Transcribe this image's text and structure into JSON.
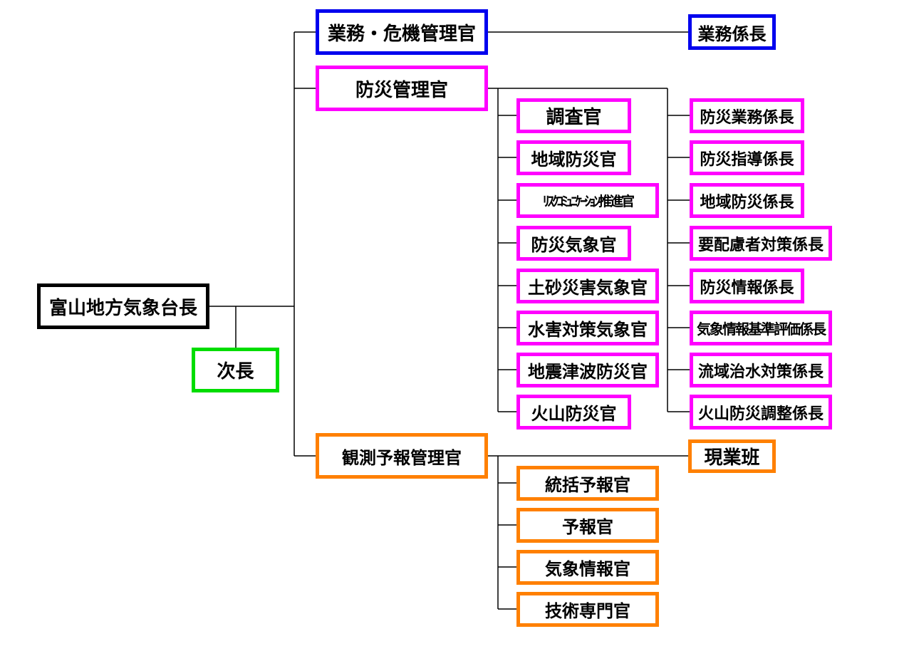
{
  "colors": {
    "director": "#000000",
    "deputy": "#00dd00",
    "admin": "#0000ee",
    "disaster": "#ff00ff",
    "observation": "#ff8000",
    "line": "#000000"
  },
  "nodes": {
    "director": "富山地方気象台長",
    "deputy": "次長",
    "admin_manager": "業務・危機管理官",
    "admin_chief": "業務係長",
    "disaster_manager": "防災管理官",
    "disaster_officers": [
      "調査官",
      "地域防災官",
      "ﾘｽｸｺﾐｭﾆｹｰｼｮﾝ推進官",
      "防災気象官",
      "土砂災害気象官",
      "水害対策気象官",
      "地震津波防災官",
      "火山防災官"
    ],
    "disaster_chiefs": [
      "防災業務係長",
      "防災指導係長",
      "地域防災係長",
      "要配慮者対策係長",
      "防災情報係長",
      "気象情報基準評価係長",
      "流域治水対策係長",
      "火山防災調整係長"
    ],
    "observation_manager": "観測予報管理官",
    "observation_team": "現業班",
    "observation_officers": [
      "統括予報官",
      "予報官",
      "気象情報官",
      "技術専門官"
    ]
  }
}
